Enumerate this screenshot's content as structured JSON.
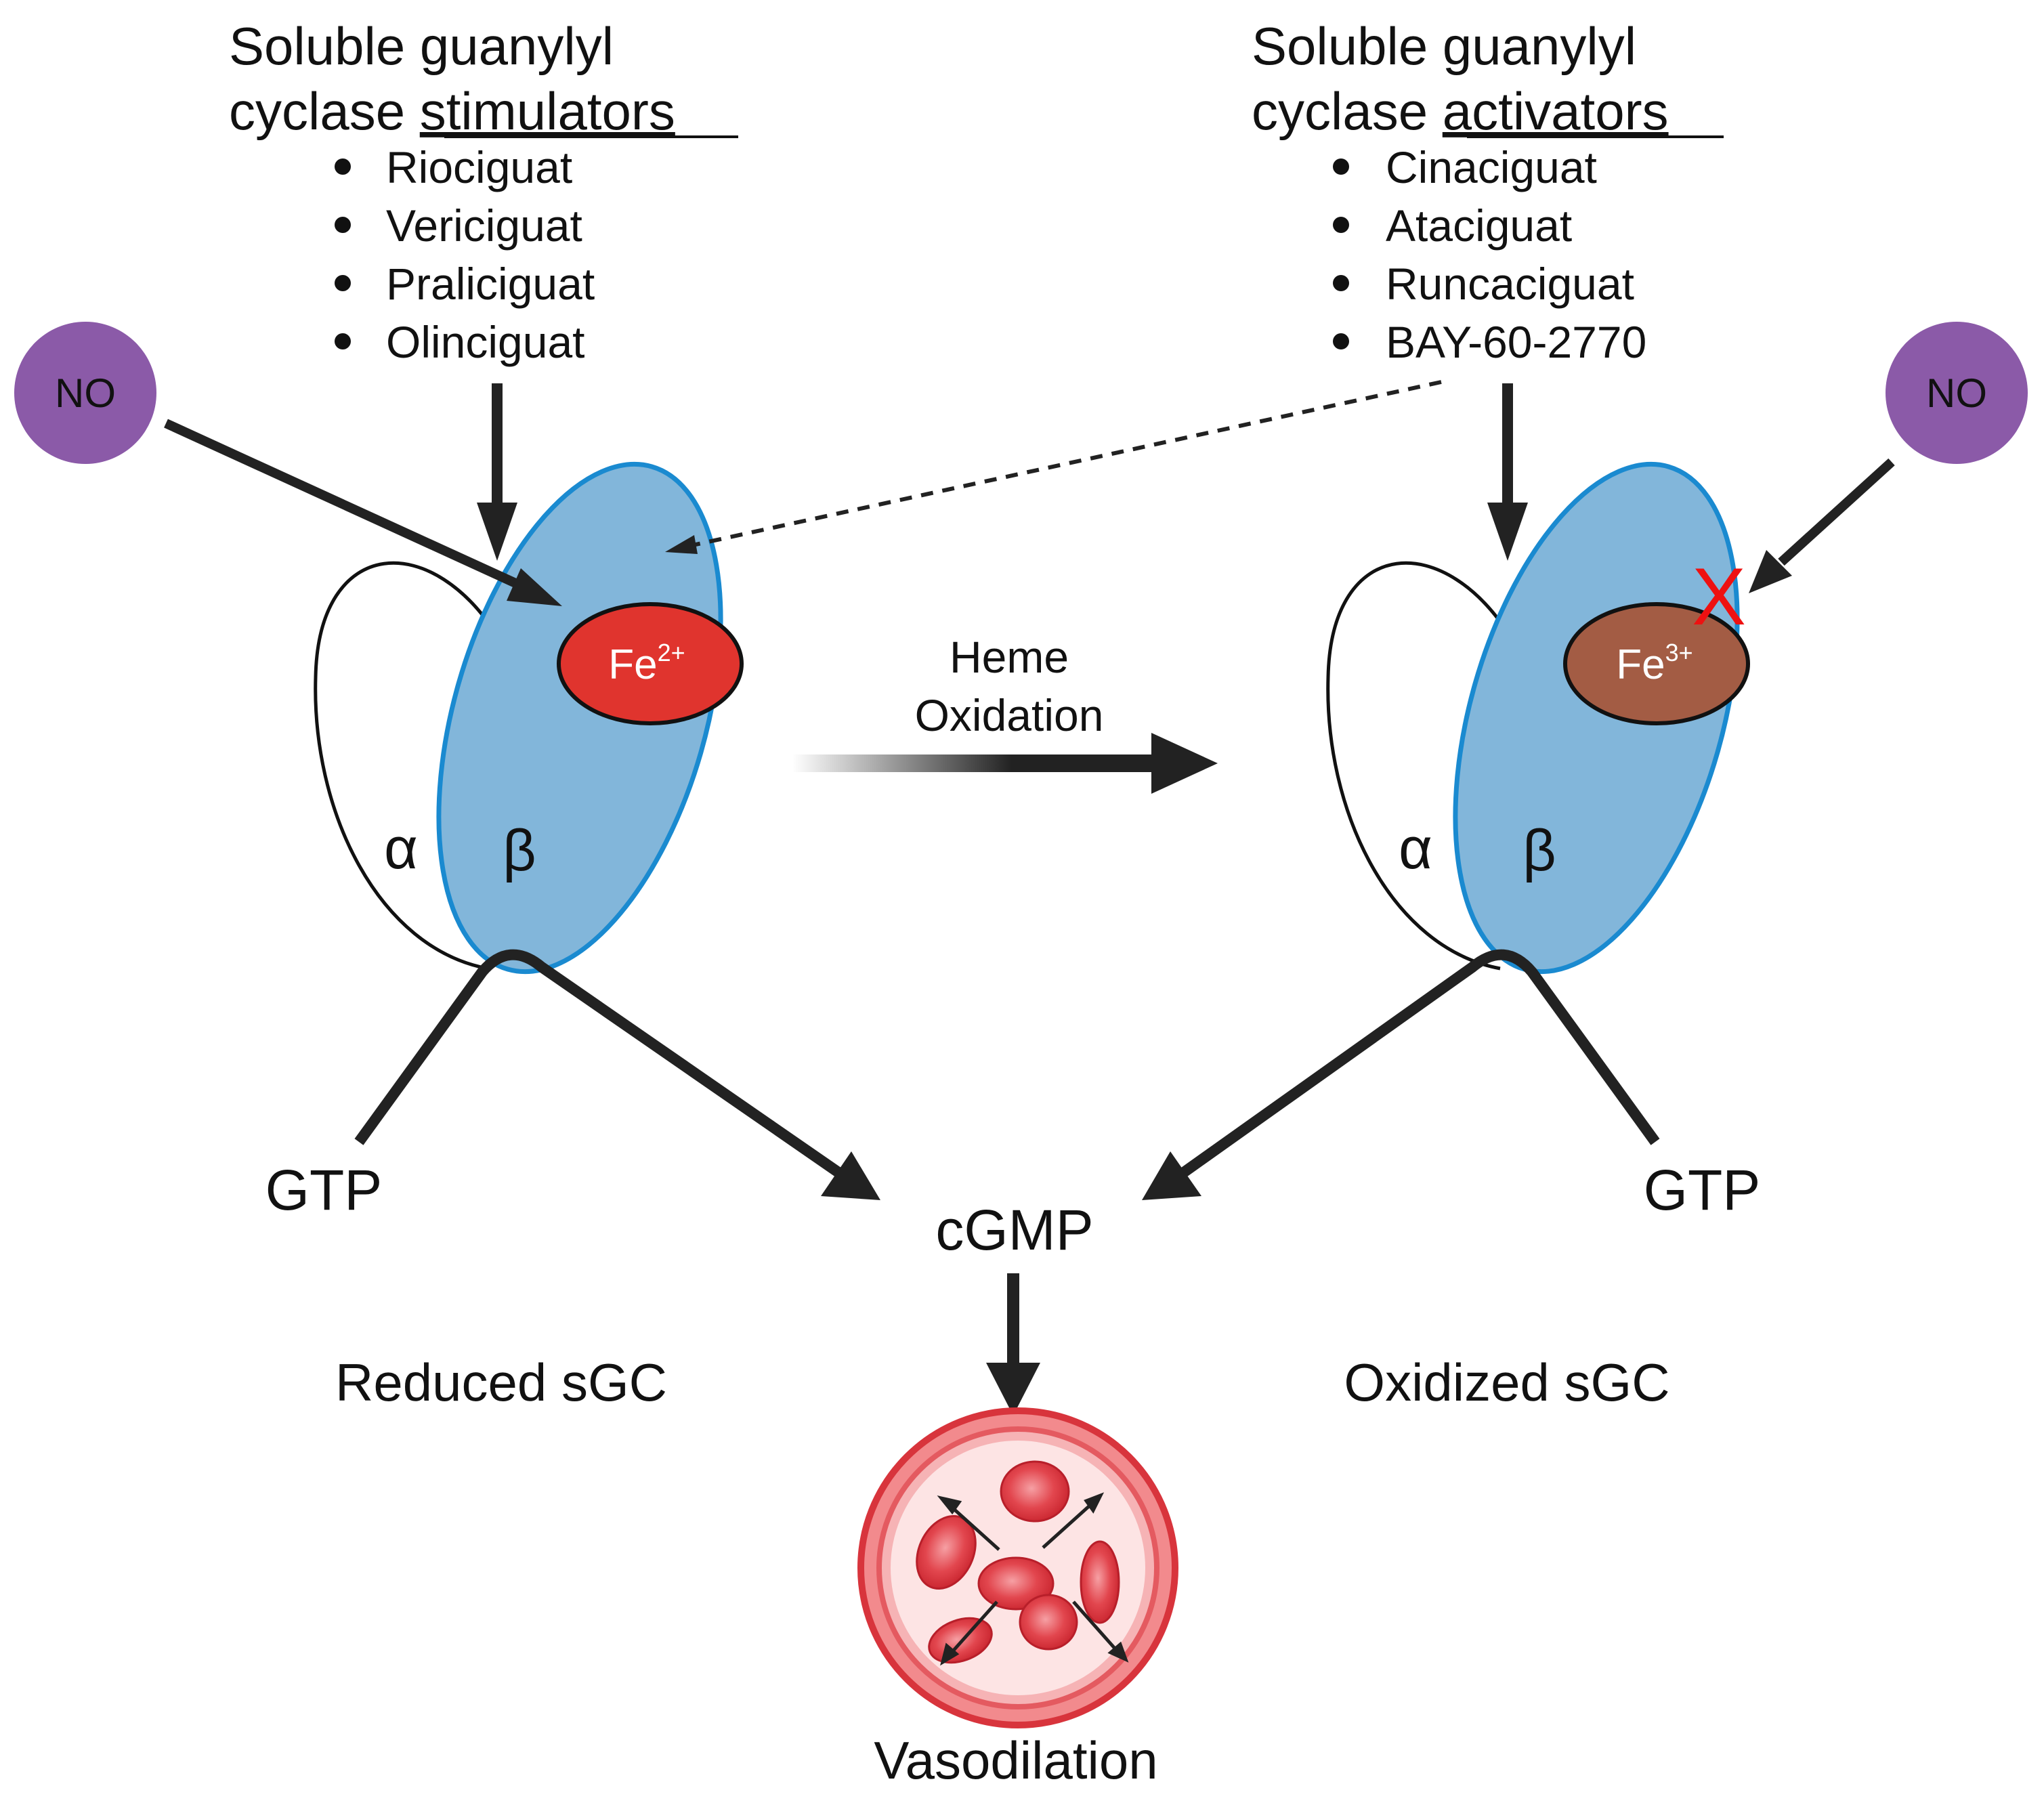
{
  "stimulators": {
    "heading_line1": "Soluble guanylyl",
    "heading_line2_prefix": "cyclase",
    "heading_line2_keyword": "stimulators",
    "items": [
      "Riociguat",
      "Vericiguat",
      "Praliciguat",
      "Olinciguat"
    ]
  },
  "activators": {
    "heading_line1": "Soluble guanylyl",
    "heading_line2_prefix": "cyclase",
    "heading_line2_keyword": "activators",
    "items": [
      "Cinaciguat",
      "Ataciguat",
      "Runcaciguat",
      "BAY-60-2770"
    ]
  },
  "no_left": "NO",
  "no_right": "NO",
  "reduced": {
    "fe_base": "Fe",
    "fe_charge": "2+",
    "alpha": "α",
    "beta": "β",
    "gtp": "GTP",
    "label": "Reduced sGC"
  },
  "oxidized": {
    "fe_base": "Fe",
    "fe_charge": "3+",
    "alpha": "α",
    "beta": "β",
    "gtp": "GTP",
    "label": "Oxidized sGC",
    "block_mark": "X"
  },
  "transition": {
    "line1": "Heme",
    "line2": "Oxidation"
  },
  "product": "cGMP",
  "outcome": "Vasodilation",
  "colors": {
    "no_circle": "#8b5aa8",
    "beta_fill": "#82b6da",
    "beta_stroke": "#1a8ad0",
    "fe2": "#e0342e",
    "fe3": "#a35c44",
    "arrow": "#222222",
    "block": "#ee1111",
    "vessel_outer": "#e84a4f",
    "vessel_inner": "#fcdcdc",
    "rbc": "#d9353f"
  }
}
